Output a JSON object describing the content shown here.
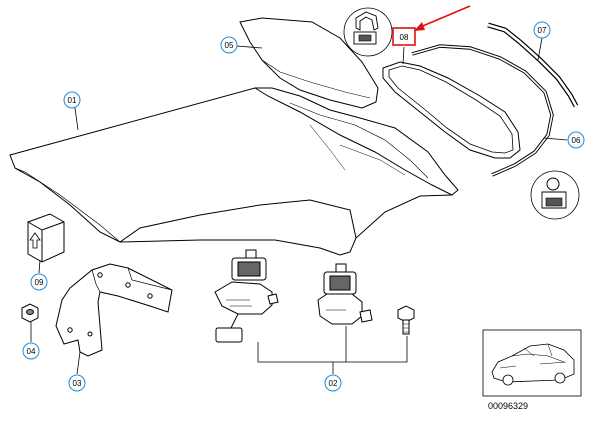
{
  "callouts": {
    "c01": "01",
    "c02": "02",
    "c03": "03",
    "c04": "04",
    "c05": "05",
    "c06": "06",
    "c07": "07",
    "c08": "08",
    "c09": "09"
  },
  "image_code": "00096329",
  "colors": {
    "outline": "#000000",
    "callout_circle": "#1c8ed8",
    "highlight_box": "#e01010",
    "pointer_arrow": "#e01010",
    "roof_fill": "#ffffff"
  }
}
